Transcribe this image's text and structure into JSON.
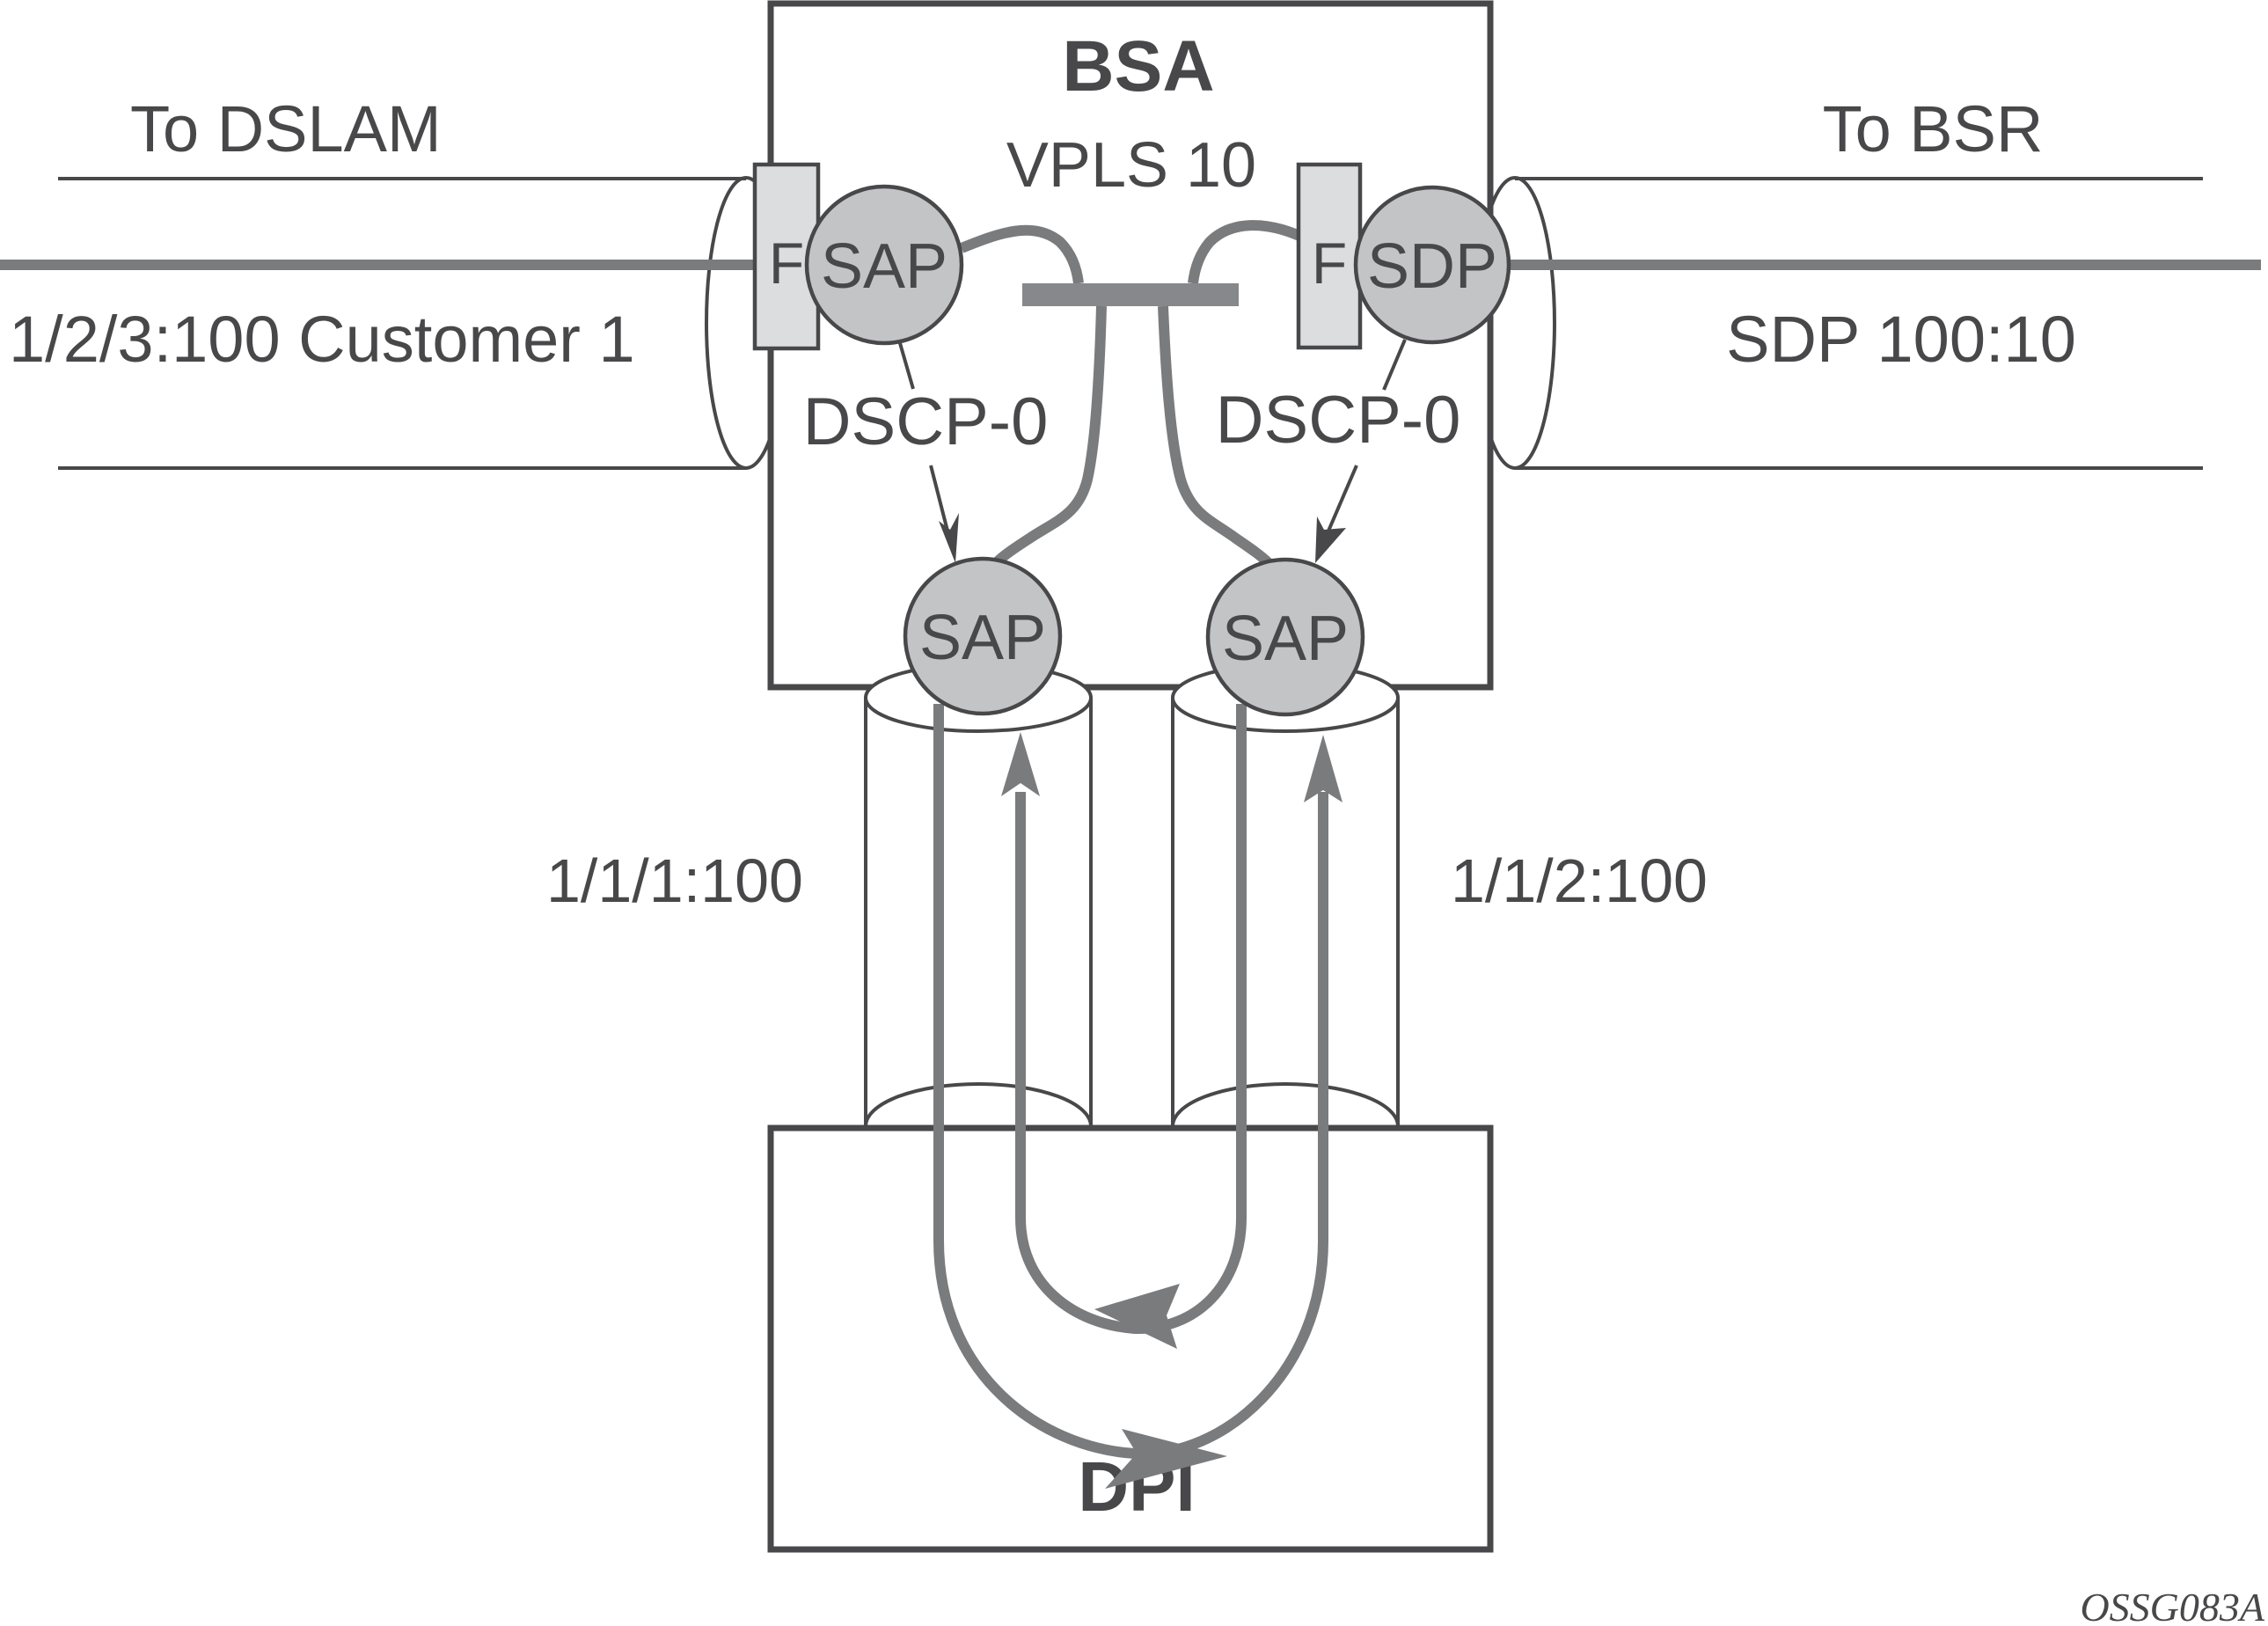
{
  "diagram": {
    "title": "BSA",
    "service_label": "VPLS 10",
    "dpi_label": "DPI",
    "figure_id": "OSSG083A",
    "left_link": {
      "direction_label": "To DSLAM",
      "sap_label": "1/2/3:100 Customer 1"
    },
    "right_link": {
      "direction_label": "To BSR",
      "sdp_label": "SDP 100:10"
    },
    "nodes": {
      "customer_sap": "SAP",
      "network_sdp": "SDP",
      "left_filter": "F",
      "right_filter": "F",
      "dpi_sap_left": "SAP",
      "dpi_sap_right": "SAP"
    },
    "dscp_labels": {
      "left": "DSCP-0",
      "right": "DSCP-0"
    },
    "port_labels": {
      "left": "1/1/1:100",
      "right": "1/1/2:100"
    },
    "colors": {
      "outline": "#48484a",
      "node_fill": "#c3c4c6",
      "filter_fill": "#dcdddf",
      "flow": "#7a7b7d",
      "bridge_bar": "#87888c"
    }
  }
}
